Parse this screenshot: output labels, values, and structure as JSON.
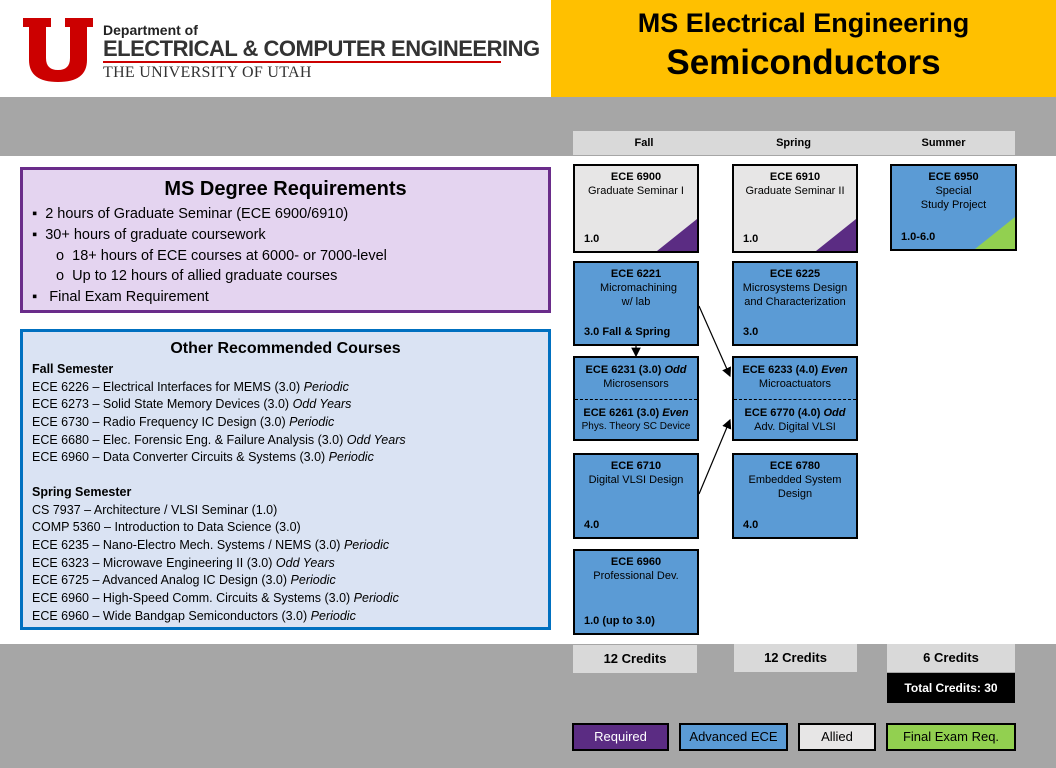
{
  "header": {
    "dept_small": "Department of",
    "dept_big": "ELECTRICAL & COMPUTER ENGINEERING",
    "university": "THE UNIVERSITY OF UTAH",
    "title_line1": "MS Electrical Engineering",
    "title_line2": "Semiconductors"
  },
  "colors": {
    "required": "#5b2c83",
    "advanced": "#5b9bd5",
    "allied": "#e7e6e6",
    "final_exam": "#92d050",
    "header_accent": "#ffc000",
    "logo_red": "#cc0000"
  },
  "semesters": {
    "fall": "Fall",
    "spring": "Spring",
    "summer": "Summer"
  },
  "requirements": {
    "title": "MS Degree Requirements",
    "items": [
      "2 hours of Graduate Seminar (ECE 6900/6910)",
      "30+ hours of graduate coursework",
      "18+ hours of ECE courses at 6000- or 7000-level",
      "Up to 12 hours of allied graduate courses",
      "Final Exam Requirement"
    ]
  },
  "recommended": {
    "title": "Other Recommended Courses",
    "fall_heading": "Fall Semester",
    "fall": [
      {
        "code": "ECE 6226",
        "name": "– Electrical Interfaces for MEMS (3.0)",
        "note": "Periodic"
      },
      {
        "code": "ECE 6273",
        "name": "– Solid State Memory Devices (3.0)",
        "note": "Odd Years"
      },
      {
        "code": "ECE 6730",
        "name": "–  Radio Frequency IC Design (3.0)",
        "note": "Periodic"
      },
      {
        "code": "ECE 6680",
        "name": "– Elec. Forensic Eng. & Failure Analysis (3.0)",
        "note": "Odd Years"
      },
      {
        "code": "ECE 6960",
        "name": "– Data Converter Circuits & Systems (3.0)",
        "note": "Periodic"
      }
    ],
    "spring_heading": "Spring Semester",
    "spring": [
      {
        "code": "CS 7937",
        "name": "– Architecture / VLSI Seminar (1.0)",
        "note": ""
      },
      {
        "code": "COMP 5360",
        "name": "– Introduction to Data Science (3.0)",
        "note": ""
      },
      {
        "code": "ECE 6235",
        "name": "– Nano-Electro Mech. Systems / NEMS (3.0)",
        "note": "Periodic"
      },
      {
        "code": "ECE 6323",
        "name": "– Microwave Engineering II (3.0)",
        "note": "Odd Years"
      },
      {
        "code": "ECE 6725",
        "name": "– Advanced Analog IC Design (3.0)",
        "note": "Periodic"
      },
      {
        "code": "ECE 6960",
        "name": "– High-Speed Comm. Circuits & Systems (3.0)",
        "note": "Periodic"
      },
      {
        "code": "ECE 6960",
        "name": "– Wide Bandgap Semiconductors (3.0)",
        "note": "Periodic"
      }
    ]
  },
  "courses": {
    "c6900": {
      "num": "ECE 6900",
      "name": "Graduate Seminar I",
      "credits": "1.0"
    },
    "c6910": {
      "num": "ECE 6910",
      "name": "Graduate Seminar II",
      "credits": "1.0"
    },
    "c6950": {
      "num": "ECE 6950",
      "name": "Special Study Project",
      "credits": "1.0-6.0"
    },
    "c6221": {
      "num": "ECE 6221",
      "name": "Micromachining w/ lab",
      "credits": "3.0 Fall & Spring"
    },
    "c6225": {
      "num": "ECE 6225",
      "name": "Microsystems Design and Characterization",
      "credits": "3.0"
    },
    "c6231": {
      "num": "ECE 6231 (3.0)",
      "odd": "Odd",
      "name": "Microsensors"
    },
    "c6261": {
      "num": "ECE 6261 (3.0)",
      "odd": "Even",
      "name": "Phys. Theory SC Device"
    },
    "c6233": {
      "num": "ECE 6233 (4.0)",
      "odd": "Even",
      "name": "Microactuators"
    },
    "c6770": {
      "num": "ECE 6770 (4.0)",
      "odd": "Odd",
      "name": "Adv. Digital VLSI"
    },
    "c6710": {
      "num": "ECE 6710",
      "name": "Digital VLSI Design",
      "credits": "4.0"
    },
    "c6780": {
      "num": "ECE 6780",
      "name": "Embedded System Design",
      "credits": "4.0"
    },
    "c6960": {
      "num": "ECE 6960",
      "name": "Professional Dev.",
      "credits": "1.0 (up to 3.0)"
    }
  },
  "credits": {
    "fall": "12 Credits",
    "spring": "12 Credits",
    "summer": "6 Credits",
    "total": "Total Credits: 30"
  },
  "legend": {
    "required": "Required",
    "advanced": "Advanced ECE",
    "allied": "Allied",
    "final": "Final Exam Req."
  }
}
